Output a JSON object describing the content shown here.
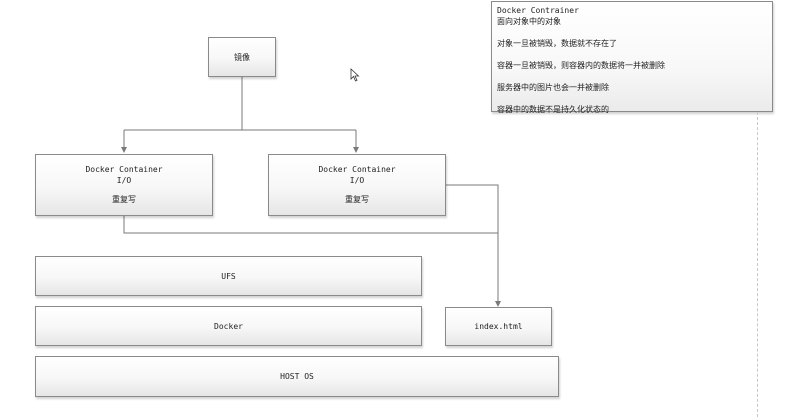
{
  "diagram": {
    "mirror_label": "镜像",
    "container_left": {
      "title": "Docker Container",
      "io": "I/O",
      "rewrite": "重复写"
    },
    "container_right": {
      "title": "Docker Container",
      "io": "I/O",
      "rewrite": "重复写"
    },
    "ufs_label": "UFS",
    "docker_label": "Docker",
    "index_label": "index.html",
    "host_label": "HOST OS"
  },
  "note": {
    "title": "Docker Contrainer",
    "lines": [
      "面向对象中的对象",
      "对象一旦被销毁，数据就不存在了",
      "容器一旦被销毁，则容器内的数据将一并被删除",
      "服务器中的图片也会一并被删除",
      "容器中的数据不是持久化状态的"
    ]
  },
  "colors": {
    "border": "#8a8a8a",
    "connector": "#7a7a7a",
    "text": "#222222"
  },
  "icons": {
    "pointer": "mouse-pointer-icon"
  }
}
